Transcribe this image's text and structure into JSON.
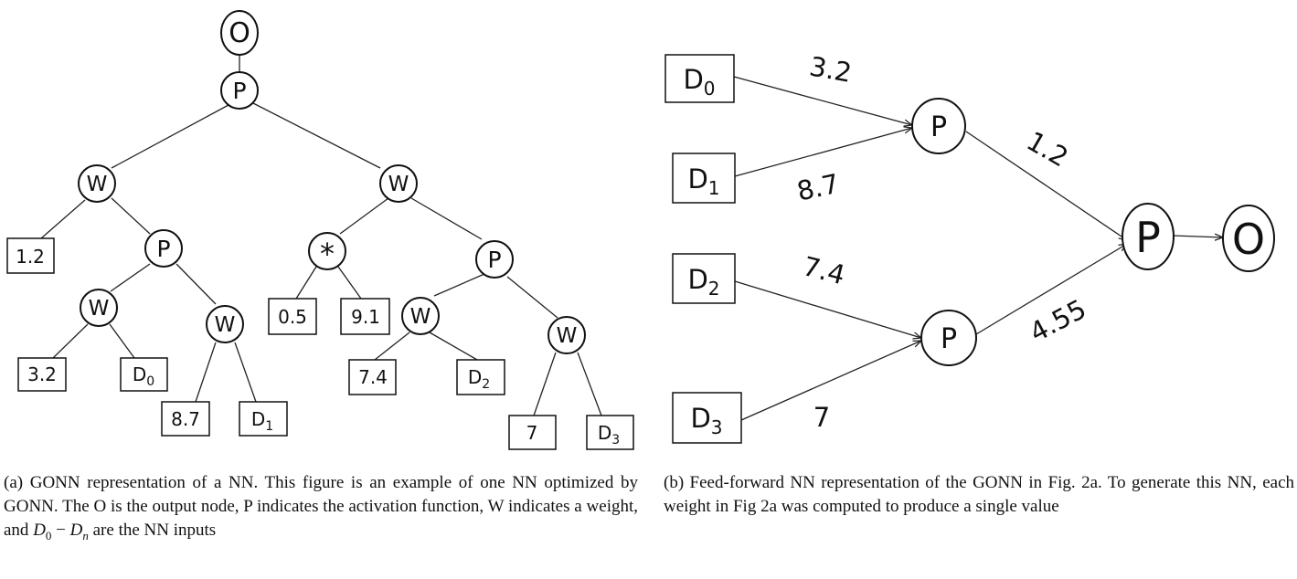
{
  "figure_a": {
    "nodes": {
      "o_top": "O",
      "p_top": "P",
      "w_left": "W",
      "w_right": "W",
      "const_1_2": "1.2",
      "p_left": "P",
      "w_ll": "W",
      "w_lr": "W",
      "const_3_2": "3.2",
      "d0": {
        "base": "D",
        "sub": "0"
      },
      "const_8_7": "8.7",
      "d1": {
        "base": "D",
        "sub": "1"
      },
      "mult": "*",
      "const_0_5": "0.5",
      "const_9_1": "9.1",
      "p_right": "P",
      "w_rl": "W",
      "w_rr": "W",
      "const_7_4": "7.4",
      "d2": {
        "base": "D",
        "sub": "2"
      },
      "const_7": "7",
      "d3": {
        "base": "D",
        "sub": "3"
      }
    },
    "caption": {
      "text_1": "(a) GONN representation of a NN. This figure is an example of one NN optimized by GONN. The O is the output node, P indicates the activation function, W indicates a weight, and ",
      "d0_base": "D",
      "d0_sub": "0",
      "dash": " − ",
      "dn_base": "D",
      "dn_sub": "n",
      "text_2": " are the NN inputs"
    }
  },
  "figure_b": {
    "inputs": [
      {
        "base": "D",
        "sub": "0"
      },
      {
        "base": "D",
        "sub": "1"
      },
      {
        "base": "D",
        "sub": "2"
      },
      {
        "base": "D",
        "sub": "3"
      }
    ],
    "hidden": [
      "P",
      "P"
    ],
    "output_p": "P",
    "output_o": "O",
    "weights": {
      "d0_to_p1": "3.2",
      "d1_to_p1": "8.7",
      "d2_to_p2": "7.4",
      "d3_to_p2": "7",
      "p1_to_out": "1.2",
      "p2_to_out": "4.55"
    },
    "caption": "(b) Feed-forward NN representation of the GONN in Fig. 2a. To generate this NN, each weight in Fig 2a was computed to produce a single value"
  }
}
